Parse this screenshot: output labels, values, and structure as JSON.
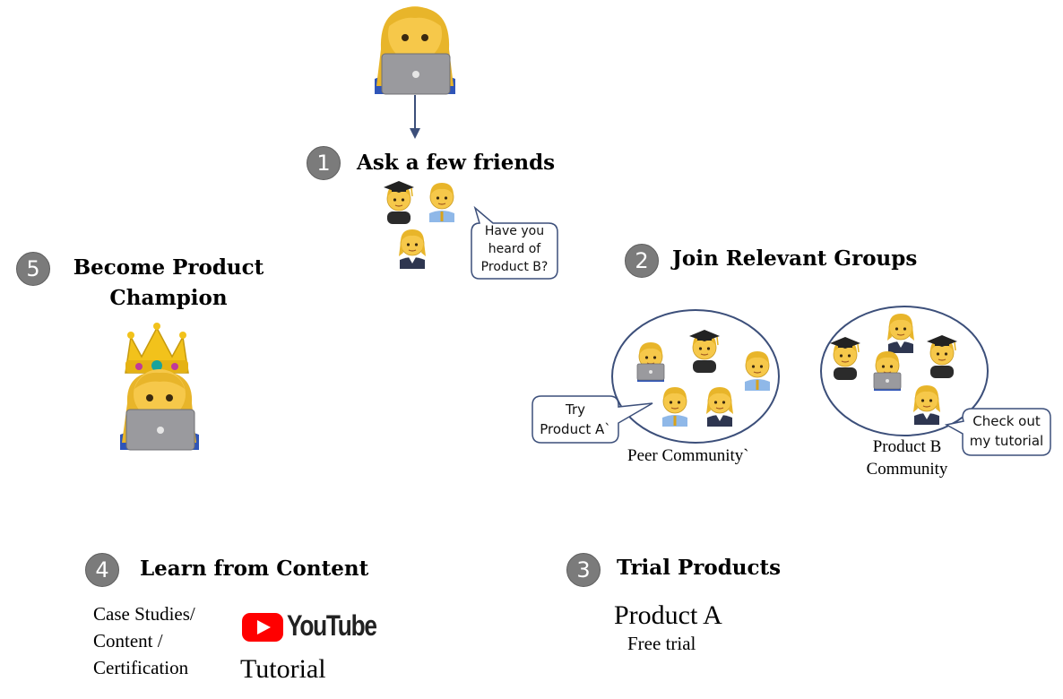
{
  "steps": [
    {
      "number": "1",
      "title": "Ask a few friends"
    },
    {
      "number": "2",
      "title": "Join Relevant Groups"
    },
    {
      "number": "3",
      "title": "Trial Products"
    },
    {
      "number": "4",
      "title": "Learn from Content"
    },
    {
      "number": "5",
      "title_line1": "Become Product",
      "title_line2": "Champion"
    }
  ],
  "bubbles": {
    "friends": [
      "Have you",
      "heard of",
      "Product B?"
    ],
    "peer": [
      "Try",
      "Product A`"
    ],
    "product_b": [
      "Check out",
      "my tutorial"
    ]
  },
  "communities": {
    "peer_label": "Peer Community`",
    "product_b_line1": "Product B",
    "product_b_line2": "Community"
  },
  "trial": {
    "product": "Product A",
    "note": "Free trial"
  },
  "content": {
    "lines": [
      "Case Studies/",
      "Content /",
      "Certification"
    ],
    "brand": "YouTube",
    "tutorial": "Tutorial"
  },
  "colors": {
    "laptop": "#9a9a9e",
    "hair": "#e8b52a",
    "skin": "#f6c84a",
    "shirt": "#2f55b8",
    "outline": "#3c4f7a",
    "youtube_red": "#ff0000",
    "crown": "#f2c21b"
  }
}
